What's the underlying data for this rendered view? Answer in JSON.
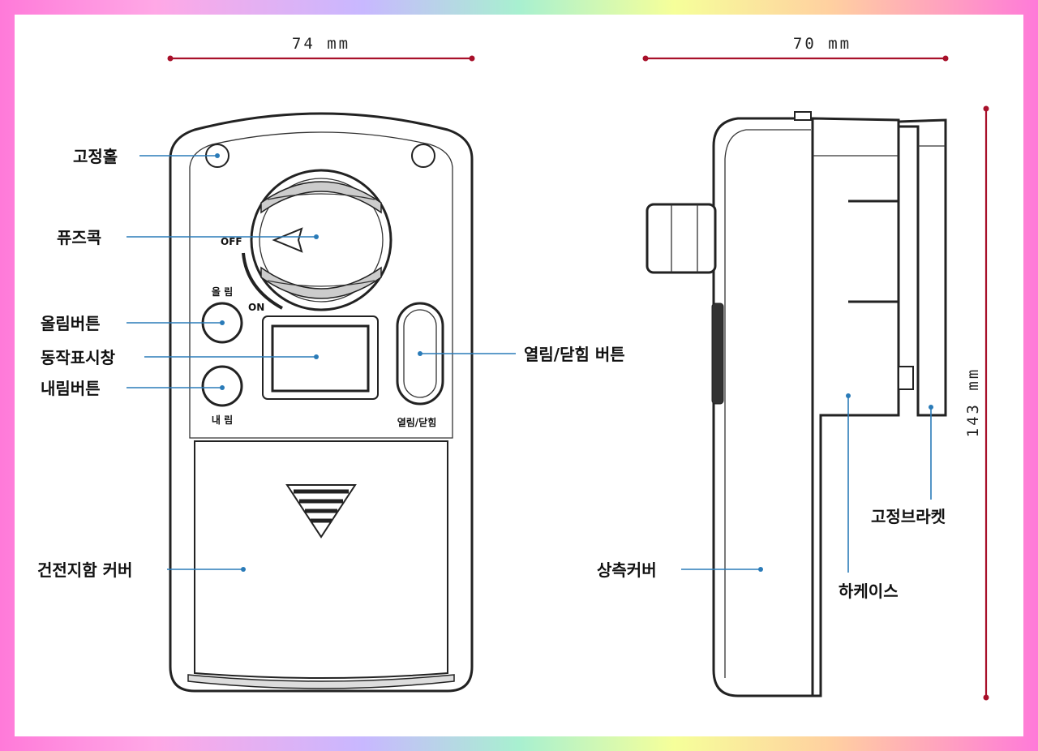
{
  "dimensions": {
    "width_front": "74 mm",
    "width_side": "70 mm",
    "height": "143 mm"
  },
  "front_labels": {
    "mounting_hole": "고정홀",
    "fuse_knob": "퓨즈콕",
    "up_button": "올림버튼",
    "status_window": "동작표시창",
    "down_button": "내림버튼",
    "battery_cover": "건전지함 커버",
    "open_close_button": "열림/닫힘 버튼"
  },
  "front_markings": {
    "off": "OFF",
    "on": "ON",
    "up": "올 림",
    "down": "내 림",
    "open_close": "열림/닫힘"
  },
  "side_labels": {
    "side_cover": "상측커버",
    "lower_case": "하케이스",
    "mounting_bracket": "고정브라켓"
  },
  "colors": {
    "leader": "#2a7bb8",
    "dimension": "#a8102a"
  }
}
